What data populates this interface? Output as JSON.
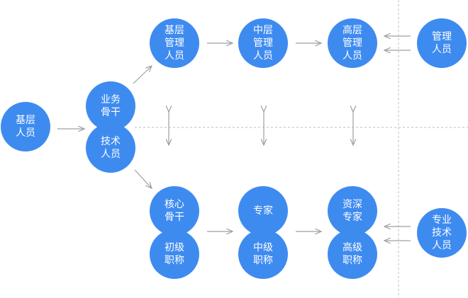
{
  "colors": {
    "node": "#3e8bf0",
    "arrow": "#9aa0a6",
    "divider": "#b9bdc3",
    "text": "#ffffff"
  },
  "nodes": {
    "entry": {
      "lines": [
        "基层",
        "人员"
      ]
    },
    "business": {
      "lines": [
        "业务",
        "骨干"
      ]
    },
    "tech": {
      "lines": [
        "技术",
        "人员"
      ]
    },
    "mgr_basic": {
      "lines": [
        "基层",
        "管理",
        "人员"
      ]
    },
    "mgr_mid": {
      "lines": [
        "中层",
        "管理",
        "人员"
      ]
    },
    "mgr_high": {
      "lines": [
        "高层",
        "管理",
        "人员"
      ]
    },
    "mgr_track": {
      "lines": [
        "管理",
        "人员"
      ]
    },
    "core": {
      "lines": [
        "核心",
        "骨干"
      ]
    },
    "title_junior": {
      "lines": [
        "初级",
        "职称"
      ]
    },
    "expert": {
      "lines": [
        "专家"
      ]
    },
    "title_mid": {
      "lines": [
        "中级",
        "职称"
      ]
    },
    "senior_expert": {
      "lines": [
        "资深",
        "专家"
      ]
    },
    "title_high": {
      "lines": [
        "高级",
        "职称"
      ]
    },
    "prof_track": {
      "lines": [
        "专业",
        "技术",
        "人员"
      ]
    }
  }
}
